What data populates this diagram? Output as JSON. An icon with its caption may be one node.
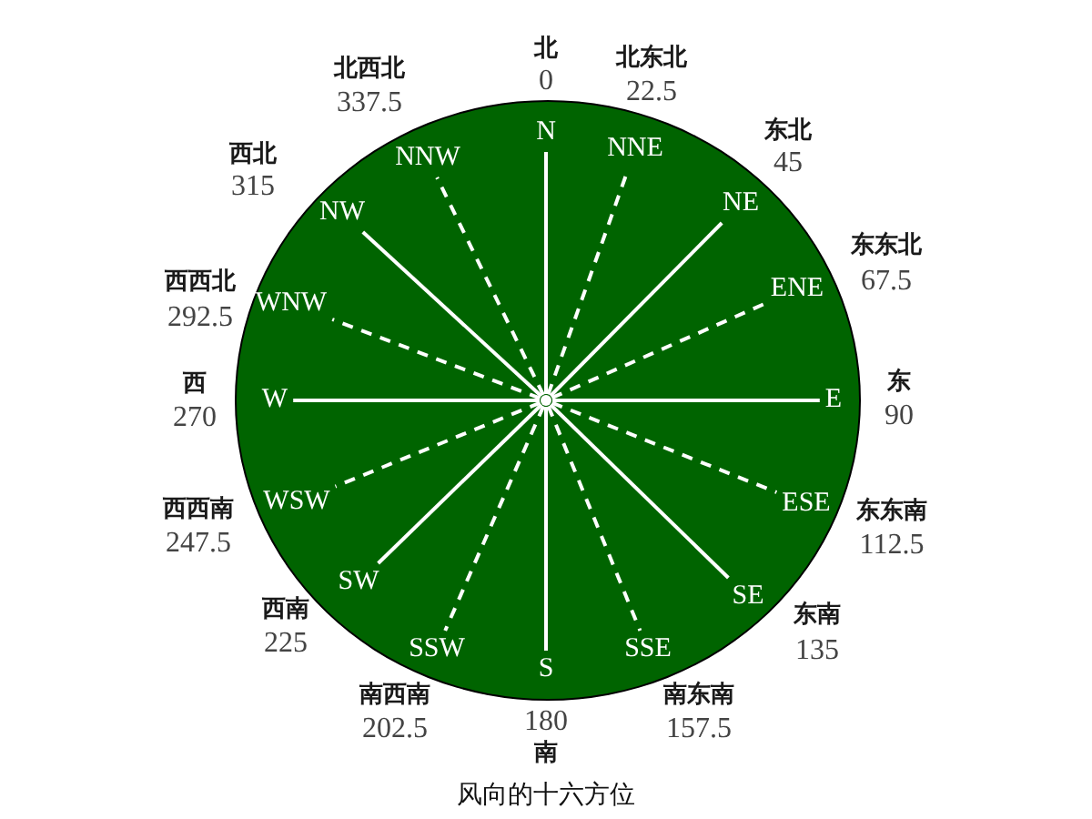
{
  "diagram": {
    "caption": "风向的十六方位",
    "nodes": [
      {
        "text": [],
        "shape": "circle"
      },
      {
        "text": [],
        "shape": "circle",
        "in": 0
      },
      {
        "text": [
          "N"
        ],
        "in": 0,
        "beside": [
          "北",
          "0"
        ]
      },
      {
        "text": [
          "NNE"
        ],
        "in": 0,
        "beside": [
          "北东北",
          "22.5"
        ]
      },
      {
        "text": [
          "NE"
        ],
        "in": 0,
        "beside": [
          "东北",
          "45"
        ]
      },
      {
        "text": [
          "ENE"
        ],
        "in": 0,
        "beside": [
          "东东北",
          "67.5"
        ]
      },
      {
        "text": [
          "E"
        ],
        "in": 0,
        "beside": [
          "东",
          "90"
        ]
      },
      {
        "text": [
          "ESE"
        ],
        "in": 0,
        "beside": [
          "东东南",
          "112.5"
        ]
      },
      {
        "text": [
          "SE"
        ],
        "in": 0,
        "beside": [
          "东南",
          "135"
        ]
      },
      {
        "text": [
          "SSE"
        ],
        "in": 0,
        "beside": [
          "南东南",
          "157.5"
        ]
      },
      {
        "text": [
          "S"
        ],
        "in": 0,
        "beside": [
          "180",
          "南"
        ]
      },
      {
        "text": [
          "SSW"
        ],
        "in": 0,
        "beside": [
          "南西南",
          "202.5"
        ]
      },
      {
        "text": [
          "SW"
        ],
        "in": 0,
        "beside": [
          "西南",
          "225"
        ]
      },
      {
        "text": [
          "WSW"
        ],
        "in": 0,
        "beside": [
          "西西南",
          "247.5"
        ]
      },
      {
        "text": [
          "W"
        ],
        "in": 0,
        "beside": [
          "西",
          "270"
        ]
      },
      {
        "text": [
          "WNW"
        ],
        "in": 0,
        "beside": [
          "西西北",
          "292.5"
        ]
      },
      {
        "text": [
          "NW"
        ],
        "in": 0,
        "beside": [
          "西北",
          "315"
        ]
      },
      {
        "text": [
          "NNW"
        ],
        "in": 0,
        "beside": [
          "北西北",
          "337.5"
        ]
      }
    ],
    "edges": [
      {
        "from": 1,
        "to": 2,
        "arrow": "none"
      },
      {
        "from": 1,
        "to": 3,
        "arrow": "none",
        "style": "dashed"
      },
      {
        "from": 1,
        "to": 4,
        "arrow": "none"
      },
      {
        "from": 1,
        "to": 5,
        "arrow": "none",
        "style": "dashed"
      },
      {
        "from": 1,
        "to": 6,
        "arrow": "none"
      },
      {
        "from": 1,
        "to": 7,
        "arrow": "none",
        "style": "dashed"
      },
      {
        "from": 1,
        "to": 8,
        "arrow": "none"
      },
      {
        "from": 1,
        "to": 9,
        "arrow": "none",
        "style": "dashed"
      },
      {
        "from": 1,
        "to": 10,
        "arrow": "none"
      },
      {
        "from": 1,
        "to": 11,
        "arrow": "none",
        "style": "dashed"
      },
      {
        "from": 1,
        "to": 12,
        "arrow": "none"
      },
      {
        "from": 1,
        "to": 13,
        "arrow": "none",
        "style": "dashed"
      },
      {
        "from": 1,
        "to": 14,
        "arrow": "none"
      },
      {
        "from": 1,
        "to": 15,
        "arrow": "none",
        "style": "dashed"
      },
      {
        "from": 1,
        "to": 16,
        "arrow": "none"
      },
      {
        "from": 1,
        "to": 17,
        "arrow": "none",
        "style": "dashed"
      }
    ]
  }
}
